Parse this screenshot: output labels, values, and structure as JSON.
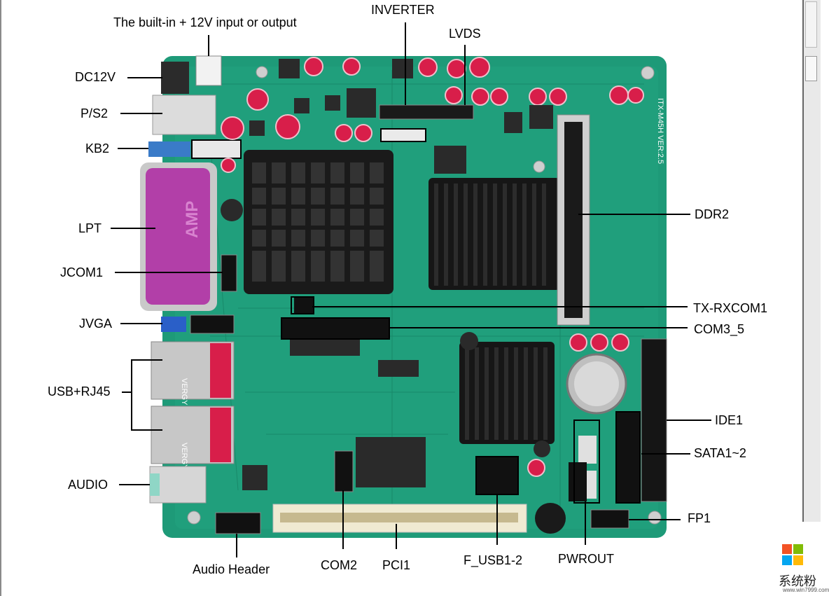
{
  "labels": {
    "builtin_12v": "The built-in + 12V input or output",
    "inverter": "INVERTER",
    "lvds": "LVDS",
    "dc12v": "DC12V",
    "ps2": "P/S2",
    "kb2": "KB2",
    "lpt": "LPT",
    "jcom1": "JCOM1",
    "jvga": "JVGA",
    "usb_rj45": "USB+RJ45",
    "audio": "AUDIO",
    "audio_header": "Audio Header",
    "com2": "COM2",
    "pci1": "PCI1",
    "f_usb": "F_USB1-2",
    "pwrout": "PWROUT",
    "fp1": "FP1",
    "sata": "SATA1~2",
    "ide1": "IDE1",
    "com3_5": "COM3_5",
    "tx_rxcom1": "TX-RXCOM1",
    "ddr2": "DDR2"
  },
  "board_print": {
    "model": "ITX-M45H VER:2.5",
    "lpt_brand": "AMP",
    "usb_top_brand": "VERGY",
    "usb_bottom_brand": "VERGY"
  },
  "watermark": {
    "text": "系统粉",
    "url": "www.win7999.com",
    "colors": [
      "#f35325",
      "#81bc06",
      "#05a6f0",
      "#ffba08"
    ]
  },
  "colors": {
    "pcb": "#1e9a78",
    "heatsink": "#1a1a1a",
    "lpt": "#b23fa8",
    "capacitor": "#d81e4a"
  }
}
